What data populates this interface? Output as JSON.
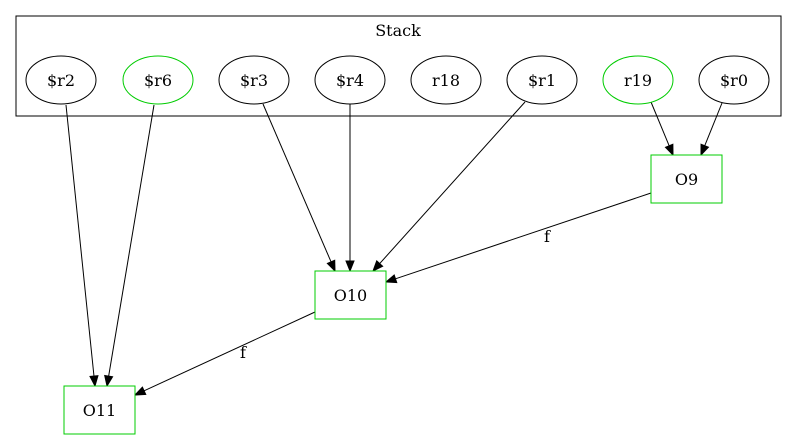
{
  "cluster": {
    "label": "Stack"
  },
  "nodes": {
    "r2": {
      "label": "$r2",
      "color": "#000000"
    },
    "r6": {
      "label": "$r6",
      "color": "#00cc00"
    },
    "r3": {
      "label": "$r3",
      "color": "#000000"
    },
    "r4": {
      "label": "$r4",
      "color": "#000000"
    },
    "r18": {
      "label": "r18",
      "color": "#000000"
    },
    "r1": {
      "label": "$r1",
      "color": "#000000"
    },
    "r19": {
      "label": "r19",
      "color": "#00cc00"
    },
    "r0": {
      "label": "$r0",
      "color": "#000000"
    },
    "O9": {
      "label": "O9",
      "color": "#00cc00"
    },
    "O10": {
      "label": "O10",
      "color": "#00cc00"
    },
    "O11": {
      "label": "O11",
      "color": "#00cc00"
    }
  },
  "edges": [
    {
      "from": "r19",
      "to": "O9",
      "label": ""
    },
    {
      "from": "r0",
      "to": "O9",
      "label": ""
    },
    {
      "from": "r3",
      "to": "O10",
      "label": ""
    },
    {
      "from": "r4",
      "to": "O10",
      "label": ""
    },
    {
      "from": "r1",
      "to": "O10",
      "label": ""
    },
    {
      "from": "O9",
      "to": "O10",
      "label": "f"
    },
    {
      "from": "r2",
      "to": "O11",
      "label": ""
    },
    {
      "from": "r6",
      "to": "O11",
      "label": ""
    },
    {
      "from": "O10",
      "to": "O11",
      "label": "f"
    }
  ]
}
